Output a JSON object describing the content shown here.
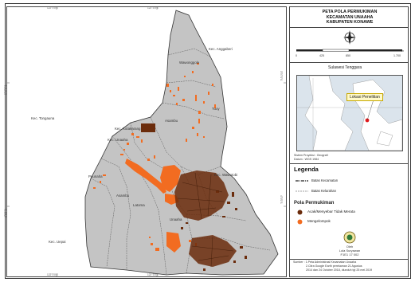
{
  "map": {
    "kecamatan_labels": [
      {
        "id": "anggaberi",
        "text": "Kec. Anggaberi"
      },
      {
        "id": "wawonggole",
        "text": "Wawonggole"
      },
      {
        "id": "tongauna",
        "text": "Kec. Tongauna"
      },
      {
        "id": "kotakarang",
        "text": "Kec. Kotakarang"
      },
      {
        "id": "uepai",
        "text": "Kec. Uepai"
      },
      {
        "id": "wawotobi",
        "text": "Kec. Wawotobi"
      }
    ],
    "desa_labels": [
      {
        "id": "tuoy",
        "text": "Tuoy"
      },
      {
        "id": "ambaipua",
        "text": "Asambu"
      },
      {
        "id": "puunaha",
        "text": "Puunaha"
      },
      {
        "id": "asambu",
        "text": "Asambu"
      },
      {
        "id": "latoma",
        "text": "Latoma"
      },
      {
        "id": "unaaha",
        "text": "Unaaha"
      },
      {
        "id": "ambodi",
        "text": "Kec. Unaaha"
      }
    ],
    "tick_labels_top": [
      "122°0'0\"E",
      "122°3'0\"E"
    ],
    "tick_labels_bottom": [
      "122°0'0\"E",
      "122°3'0\"E"
    ],
    "tick_labels_left": [
      "3°57'0\"S",
      "4°0'0\"S"
    ],
    "tick_labels_right": [
      "3°57'0\"S",
      "4°0'0\"S"
    ],
    "colors": {
      "region_fill": "#c4c4c4",
      "outside": "#ffffff",
      "settlement_spread": "#6b2c0c",
      "settlement_cluster": "#f26c21",
      "border": "#333333"
    }
  },
  "panel": {
    "title_lines": [
      "PETA POLA PERMUKIMAN",
      "KECAMATAN UNAAHA",
      "KABUPATEN KONAWE"
    ],
    "north_icon": "compass-north-icon",
    "scale_labels": [
      "0",
      "425",
      "850",
      "1.700"
    ],
    "scale_unit": "m",
    "inset_title": "Sulawesi Tenggara",
    "inset_callout": "Lokasi Penelitian",
    "system_lines": [
      "Sistem Proyeksi : Geografi",
      "Datum : WGS 1984"
    ],
    "legend_title": "Legenda",
    "legend_lines": [
      {
        "id": "kecamatan",
        "label": "Batas Kecamatan"
      },
      {
        "id": "kelurahan",
        "label": "Batas Kelurahan"
      }
    ],
    "pola_title": "Pola Permukiman",
    "pola_items": [
      {
        "id": "spread",
        "label": "Acak/Menyebar Tidak Merata",
        "color": "#6b2c0c"
      },
      {
        "id": "cluster",
        "label": "Mengelompok",
        "color": "#f26c21"
      }
    ],
    "author_lines": [
      "Oleh",
      "Lola Suryawan",
      "F1E1 17 002"
    ],
    "source_lines": [
      "Sumber : 1.Peta Administrasi Kecamatan Unaaha",
      "2.Citra Google Earth perekaman 21 Agustus",
      "2014 dan 24 October 2018, diunduh tgl 25 mei 2019"
    ]
  }
}
